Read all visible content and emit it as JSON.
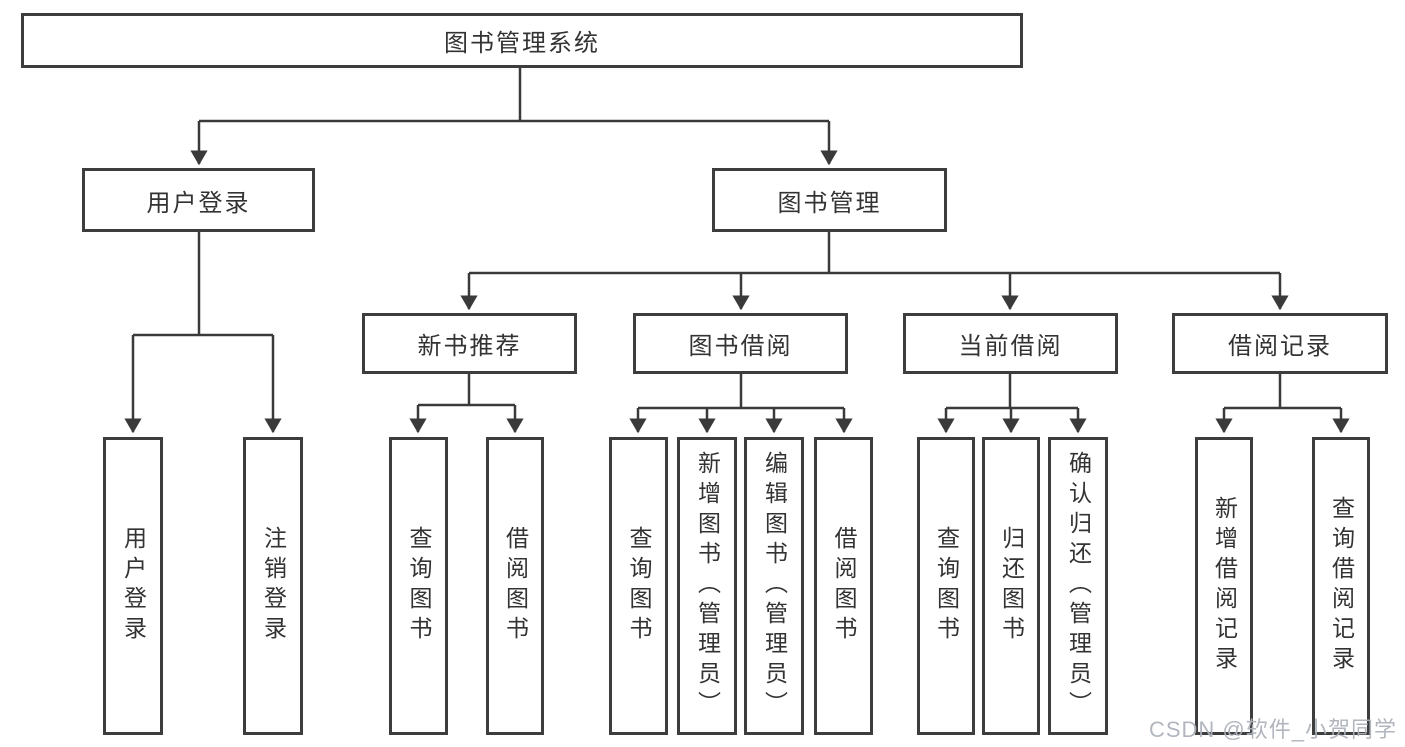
{
  "colors": {
    "line": "#3a3a3a",
    "box_border": "#3d3d3d",
    "text": "#333333",
    "background": "#ffffff",
    "watermark": "#adb2ba"
  },
  "diagram": {
    "root": {
      "label": "图书管理系统"
    },
    "branches": {
      "user_login": {
        "label": "用户登录"
      },
      "book_mgmt": {
        "label": "图书管理"
      }
    },
    "sections": {
      "new_book_rec": {
        "label": "新书推荐"
      },
      "book_borrow": {
        "label": "图书借阅"
      },
      "current_borrow": {
        "label": "当前借阅"
      },
      "borrow_records": {
        "label": "借阅记录"
      }
    },
    "leaves": {
      "ul_login": {
        "label": "用户登录"
      },
      "ul_logout": {
        "label": "注销登录"
      },
      "nbr_query": {
        "label": "查询图书"
      },
      "nbr_borrow": {
        "label": "借阅图书"
      },
      "bb_query": {
        "label": "查询图书"
      },
      "bb_add": {
        "label": "新增图书（管理员）"
      },
      "bb_edit": {
        "label": "编辑图书（管理员）"
      },
      "bb_borrow": {
        "label": "借阅图书"
      },
      "cb_query": {
        "label": "查询图书"
      },
      "cb_return": {
        "label": "归还图书"
      },
      "cb_confirm": {
        "label": "确认归还（管理员）"
      },
      "br_add": {
        "label": "新增借阅记录"
      },
      "br_query": {
        "label": "查询借阅记录"
      }
    }
  },
  "watermark": {
    "text": "CSDN @软件_小贺同学"
  }
}
